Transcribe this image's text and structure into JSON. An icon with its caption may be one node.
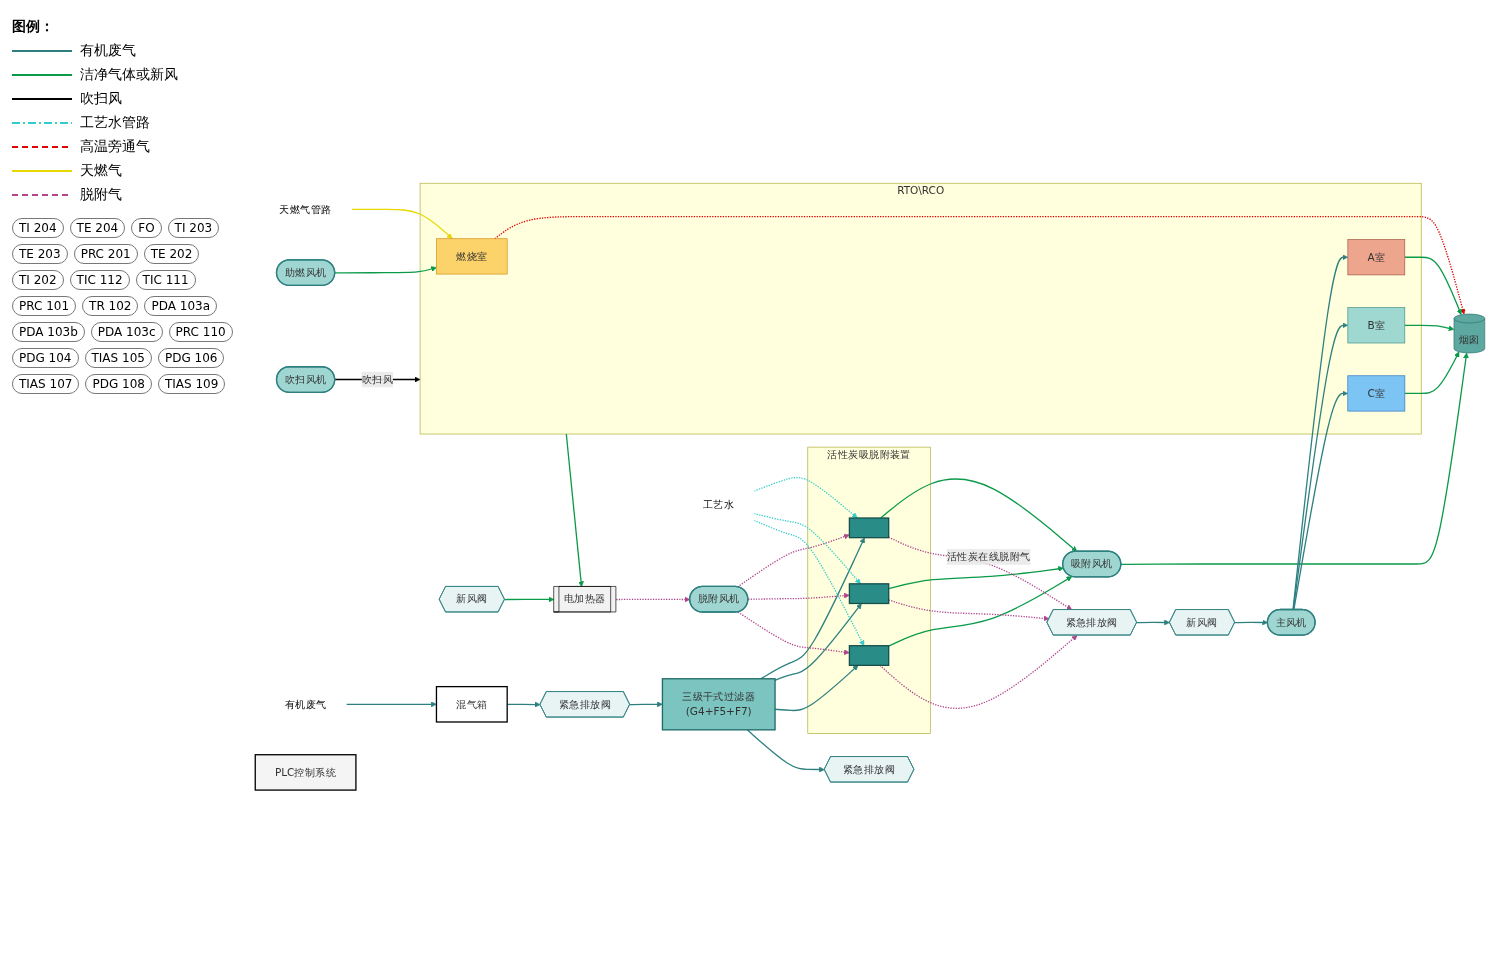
{
  "diagram": {
    "nodes": [
      {
        "text": [
          "有机废气"
        ]
      },
      {
        "text": [
          "混气箱"
        ]
      },
      {
        "text": [
          "紧急排放阀"
        ]
      },
      {
        "text": [
          "三级干式过滤器",
          "(G4+F5+F7)"
        ]
      },
      {
        "text": [
          "活性炭吸脱附装置"
        ]
      },
      {
        "text": [],
        "shape": "box",
        "in": 4
      },
      {
        "text": [],
        "shape": "box",
        "in": 4
      },
      {
        "text": [],
        "shape": "box",
        "in": 4
      },
      {
        "text": [
          "紧急排放阀"
        ]
      },
      {
        "text": [
          "紧急排放阀"
        ]
      },
      {
        "text": [
          "新风阀"
        ]
      },
      {
        "text": [
          "主风机"
        ]
      },
      {
        "text": [
          "吹扫风机"
        ]
      },
      {
        "text": [
          "RTO\\RCO"
        ]
      },
      {
        "text": [
          "燃烧室"
        ],
        "in": 13
      },
      {
        "text": [
          "A室"
        ],
        "in": 13
      },
      {
        "text": [
          "B室"
        ],
        "in": 13
      },
      {
        "text": [
          "C室"
        ],
        "in": 13
      },
      {
        "text": [
          "助燃风机"
        ]
      },
      {
        "text": [
          "天燃气管路"
        ]
      },
      {
        "text": [
          "烟囱"
        ]
      },
      {
        "text": [
          "吸附风机"
        ]
      },
      {
        "text": [
          "新风阀"
        ]
      },
      {
        "text": [
          "电加热器"
        ]
      },
      {
        "text": [
          "脱附风机"
        ]
      },
      {
        "text": [
          "工艺水"
        ]
      },
      {
        "text": [
          "PLC控制系统"
        ]
      }
    ],
    "edges": [
      {
        "from": 0,
        "to": 1,
        "arrow": "to"
      },
      {
        "from": 1,
        "to": 2,
        "arrow": "to"
      },
      {
        "from": 2,
        "to": 3,
        "arrow": "to"
      },
      {
        "from": 3,
        "to": 5,
        "arrow": "to"
      },
      {
        "from": 3,
        "to": 6,
        "arrow": "to"
      },
      {
        "from": 3,
        "to": 7,
        "arrow": "to"
      },
      {
        "from": 3,
        "to": 8,
        "arrow": "to"
      },
      {
        "from": 5,
        "to": 21,
        "arrow": "to",
        "color": "#0a9a48"
      },
      {
        "from": 6,
        "to": 21,
        "arrow": "to",
        "color": "#0a9a48"
      },
      {
        "from": 7,
        "to": 21,
        "arrow": "to",
        "color": "#0a9a48"
      },
      {
        "from": 21,
        "to": 20,
        "arrow": "to",
        "color": "#0a9a48"
      },
      {
        "from": 5,
        "to": 9,
        "arrow": "to",
        "label": "活性炭在线脱附气",
        "style": "dashed",
        "color": "#b0468c"
      },
      {
        "from": 6,
        "to": 9,
        "arrow": "to",
        "style": "dashed",
        "color": "#b0468c"
      },
      {
        "from": 7,
        "to": 9,
        "arrow": "to",
        "style": "dashed",
        "color": "#b0468c"
      },
      {
        "from": 9,
        "to": 10,
        "arrow": "to"
      },
      {
        "from": 10,
        "to": 11,
        "arrow": "to"
      },
      {
        "from": 11,
        "to": 15,
        "arrow": "to"
      },
      {
        "from": 11,
        "to": 16,
        "arrow": "to"
      },
      {
        "from": 11,
        "to": 17,
        "arrow": "to"
      },
      {
        "from": 12,
        "to": 13,
        "arrow": "to",
        "label": "吹扫风",
        "color": "#000000"
      },
      {
        "from": 19,
        "to": 14,
        "arrow": "to",
        "color": "#e6d800"
      },
      {
        "from": 18,
        "to": 14,
        "arrow": "to",
        "color": "#0a9a48"
      },
      {
        "from": 14,
        "to": 20,
        "arrow": "to",
        "style": "dashed",
        "color": "#e00000"
      },
      {
        "from": 15,
        "to": 20,
        "arrow": "to",
        "color": "#0a9a48"
      },
      {
        "from": 16,
        "to": 20,
        "arrow": "to",
        "color": "#0a9a48"
      },
      {
        "from": 17,
        "to": 20,
        "arrow": "to",
        "color": "#0a9a48"
      },
      {
        "from": 13,
        "to": 23,
        "arrow": "to",
        "color": "#0a9a48"
      },
      {
        "from": 22,
        "to": 23,
        "arrow": "to",
        "color": "#0a9a48"
      },
      {
        "from": 23,
        "to": 24,
        "arrow": "to",
        "style": "dashed",
        "color": "#b0468c"
      },
      {
        "from": 24,
        "to": 5,
        "arrow": "to",
        "style": "dashed",
        "color": "#b0468c"
      },
      {
        "from": 24,
        "to": 6,
        "arrow": "to",
        "style": "dashed",
        "color": "#b0468c"
      },
      {
        "from": 24,
        "to": 7,
        "arrow": "to",
        "style": "dashed",
        "color": "#b0468c"
      },
      {
        "from": 25,
        "to": 5,
        "arrow": "to",
        "style": "dashed",
        "color": "#33cccc"
      },
      {
        "from": 25,
        "to": 6,
        "arrow": "to",
        "style": "dashed",
        "color": "#33cccc"
      },
      {
        "from": 25,
        "to": 7,
        "arrow": "to",
        "style": "dashed",
        "color": "#33cccc"
      }
    ],
    "labels": [
      "图例：",
      "TI 204",
      "TE 204",
      "FO",
      "TI 203",
      "TE 203",
      "PRC 201",
      "TE 202",
      "TI 202",
      "TIC 112",
      "TIC 111",
      "PRC 101",
      "TR 102",
      "PDA 103a",
      "PDA 103b",
      "PDA 103c",
      "PRC 110",
      "PDG 104",
      "TIAS 105",
      "PDG 106",
      "TIAS 107",
      "PDG 108",
      "TIAS 109"
    ],
    "legend": [
      {
        "text": "有机废气"
      },
      {
        "text": "洁净气体或新风"
      },
      {
        "text": "吹扫风"
      },
      {
        "text": "工艺水管路"
      },
      {
        "text": "高温旁通气"
      },
      {
        "text": "天燃气"
      },
      {
        "text": "脱附气"
      }
    ]
  }
}
